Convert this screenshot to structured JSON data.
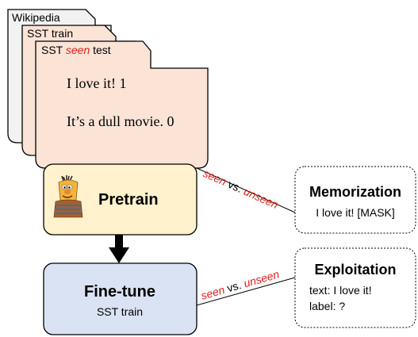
{
  "folders": {
    "back_label": "Wikipedia",
    "middle_label": "SST train",
    "front_label_prefix": "SST ",
    "front_label_emph": "seen",
    "front_label_suffix": " test",
    "examples": [
      {
        "text": "I love it!",
        "label": "1"
      },
      {
        "text": "It’s a dull movie.",
        "label": "0"
      }
    ]
  },
  "pretrain": {
    "title": "Pretrain",
    "mascot_icon": "bert-muppet-icon"
  },
  "finetune": {
    "title": "Fine-tune",
    "subtitle": "SST train"
  },
  "connector_top": {
    "seen": "seen",
    "vs": " vs. ",
    "unseen": "unseen"
  },
  "connector_bottom": {
    "seen": "seen",
    "vs": " vs. ",
    "unseen": "unseen"
  },
  "memorization": {
    "title": "Memorization",
    "body": "I love it! [MASK]"
  },
  "exploitation": {
    "title": "Exploitation",
    "line1": "text: I love it!",
    "line2": "label: ?"
  },
  "colors": {
    "emphasis_red": "#e0201c",
    "folder_back": "#f2f2f2",
    "folder_front": "#fbe3d6",
    "pretrain_fill": "#fff2cc",
    "finetune_fill": "#dae3f3"
  }
}
